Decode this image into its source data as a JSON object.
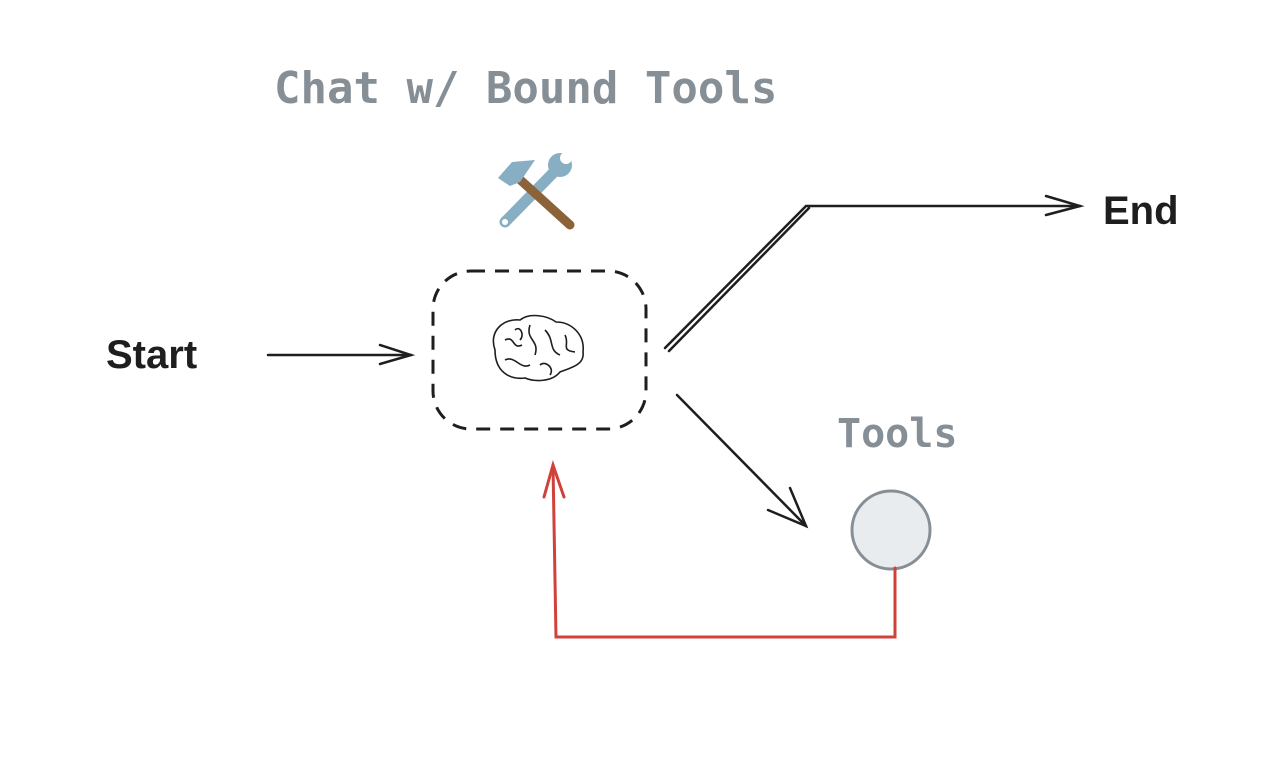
{
  "title": "Chat w/ Bound Tools",
  "nodes": {
    "start": "Start",
    "end": "End",
    "tools": "Tools"
  },
  "icons": {
    "tools_emoji": "hammer-and-wrench-icon",
    "model": "brain-icon"
  },
  "colors": {
    "label_gray": "#868e96",
    "stroke": "#1e1e1e",
    "loop_edge": "#d0413a",
    "tools_fill": "#e9ecef"
  }
}
